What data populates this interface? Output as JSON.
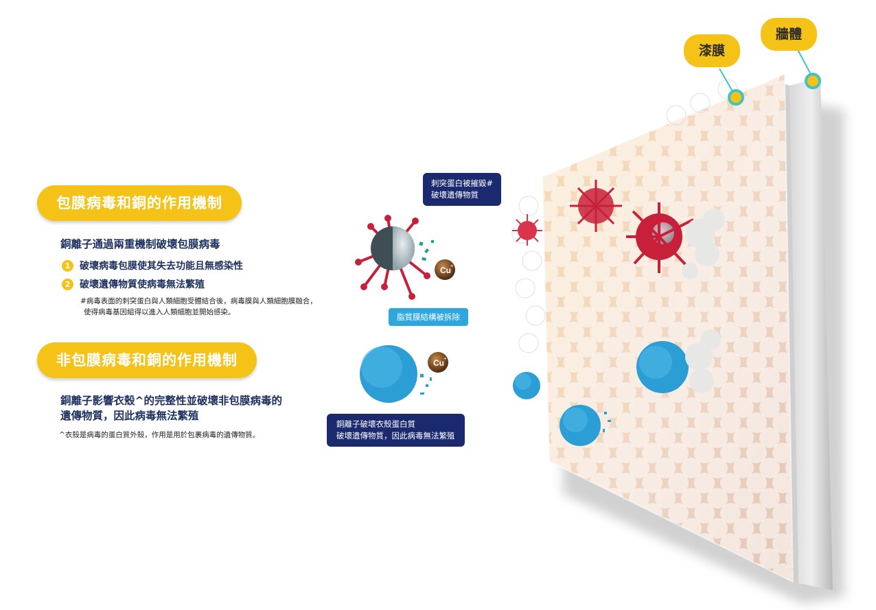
{
  "section_envelope": {
    "title": "包膜病毒和銅的作用機制",
    "heading": "銅離子通過兩重機制破壞包膜病毒",
    "items": [
      {
        "num": "1",
        "text": "破壞病毒包膜使其失去功能且無感染性"
      },
      {
        "num": "2",
        "text": "破壞遺傳物質使病毒無法繁殖"
      }
    ],
    "note_line1": "#病毒表面的刺突蛋白與人類細胞受體結合後，病毒膜與人類細胞膜融合，",
    "note_line2": "使得病毒基因組得以進入人類細胞並開始感染。"
  },
  "section_non_envelope": {
    "title": "非包膜病毒和銅的作用機制",
    "heading_line1": "銅離子影響衣殼^的完整性並破壞非包膜病毒的",
    "heading_line2": "遺傳物質，因此病毒無法繁殖",
    "note": "^衣殼是病毒的蛋白質外殼，作用是用於包裹病毒的遺傳物質。"
  },
  "callouts": {
    "spike_line1": "刺突蛋白被摧毀#",
    "spike_line2": "破壞遺傳物質",
    "lipid": "脂質膜結構被拆除",
    "capsid_line1": "銅離子破壞衣殼蛋白質",
    "capsid_line2": "破壞遺傳物質，因此病毒無法繁殖"
  },
  "ion_label": "Cu",
  "ion_charge": "+",
  "layers": {
    "paint": "漆膜",
    "wall": "牆體"
  },
  "colors": {
    "accent_yellow": "#f5c218",
    "navy": "#1b2a6e",
    "text_navy": "#1d2f5e",
    "cyan": "#2ea7df",
    "virus_red": "#c8203a",
    "virus_blue": "#2b9ed6",
    "copper": "#7a4a22"
  }
}
